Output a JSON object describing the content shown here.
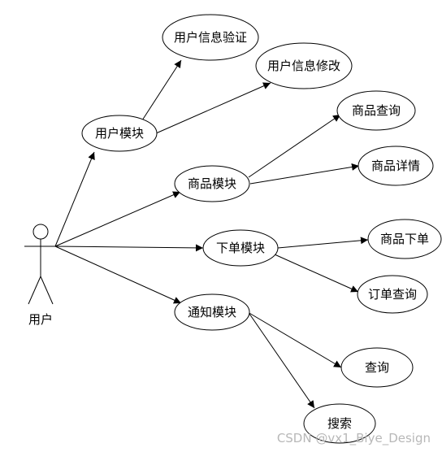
{
  "actor": {
    "label": "用户"
  },
  "nodes": {
    "user_module": "用户模块",
    "user_info_verify": "用户信息验证",
    "user_info_edit": "用户信息修改",
    "goods_module": "商品模块",
    "goods_query": "商品查询",
    "goods_detail": "商品详情",
    "order_module": "下单模块",
    "goods_order": "商品下单",
    "order_query": "订单查询",
    "notify_module": "通知模块",
    "query": "查询",
    "search": "搜索"
  },
  "watermark": "CSDN @vx1_Biye_Design",
  "colors": {
    "stroke": "#000000",
    "fill": "#ffffff",
    "text": "#000000",
    "watermark": "#b8b8b8"
  }
}
